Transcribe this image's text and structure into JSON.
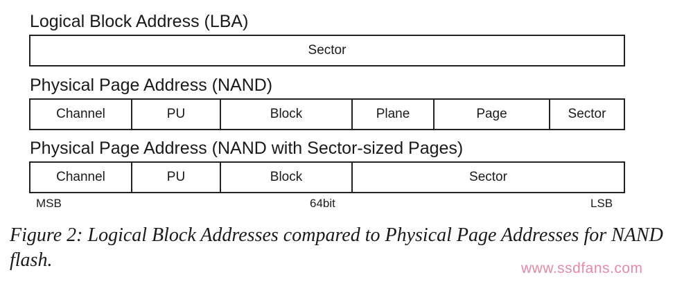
{
  "lba": {
    "title": "Logical Block Address (LBA)",
    "fields": [
      "Sector"
    ]
  },
  "ppa": {
    "title": "Physical Page Address (NAND)",
    "fields": [
      "Channel",
      "PU",
      "Block",
      "Plane",
      "Page",
      "Sector"
    ]
  },
  "ppa_sector": {
    "title": "Physical Page Address (NAND with Sector-sized Pages)",
    "fields": [
      "Channel",
      "PU",
      "Block",
      "Sector"
    ]
  },
  "scale": {
    "msb": "MSB",
    "width": "64bit",
    "lsb": "LSB"
  },
  "caption": "Figure 2: Logical Block Addresses compared to Physical Page Addresses for NAND flash.",
  "watermark": "www.ssdfans.com",
  "colors": {
    "border": "#222222",
    "text": "#1a1a1a",
    "watermark": "#e58aa4"
  }
}
